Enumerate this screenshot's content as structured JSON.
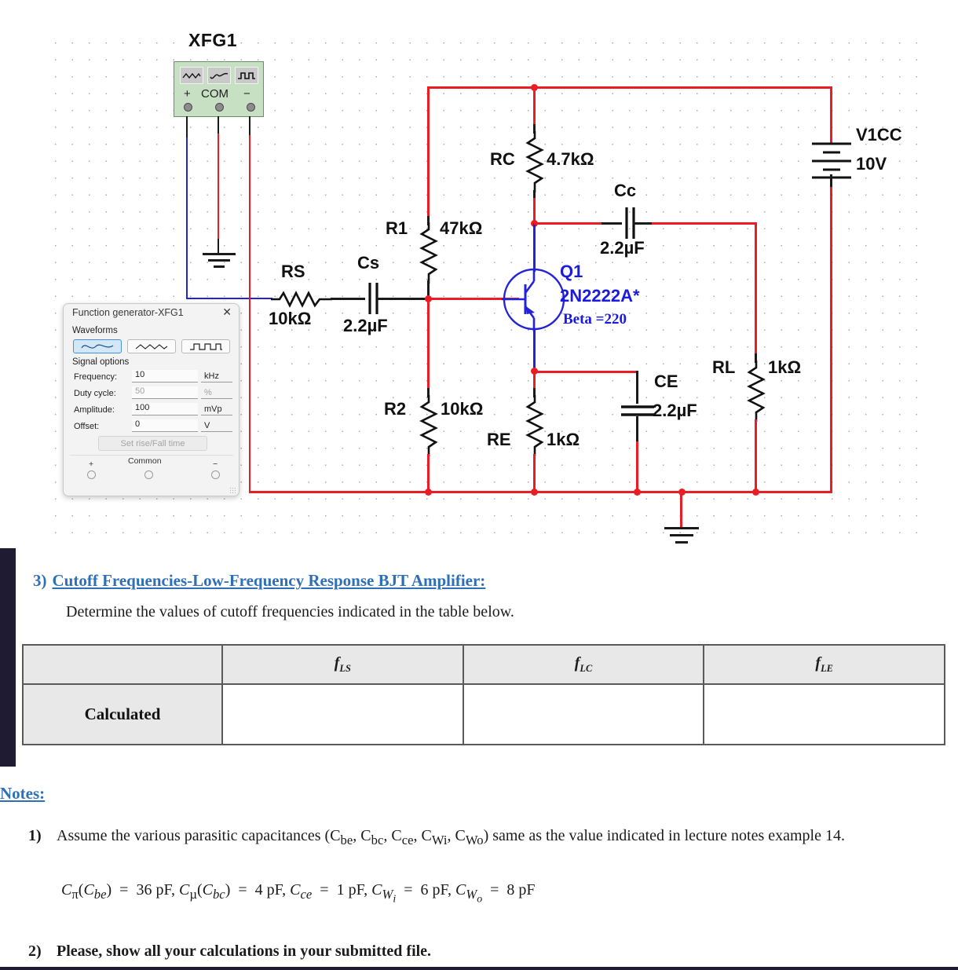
{
  "page": {
    "title": "Circuit Diagram"
  },
  "schematic": {
    "instrument": {
      "tag": "XFG1",
      "terminals": [
        {
          "name": "plus",
          "label": "+"
        },
        {
          "name": "com",
          "label": "COM"
        },
        {
          "name": "minus",
          "label": "−"
        }
      ],
      "waveform_buttons": [
        "triangle-wave-icon",
        "sine-wave-icon",
        "square-wave-icon"
      ]
    },
    "components": [
      {
        "ref": "RS",
        "value": "10kΩ",
        "type": "resistor"
      },
      {
        "ref": "Cs",
        "value": "2.2µF",
        "type": "capacitor"
      },
      {
        "ref": "R1",
        "value": "47kΩ",
        "type": "resistor"
      },
      {
        "ref": "R2",
        "value": "10kΩ",
        "type": "resistor"
      },
      {
        "ref": "RC",
        "value": "4.7kΩ",
        "type": "resistor"
      },
      {
        "ref": "RE",
        "value": "1kΩ",
        "type": "resistor"
      },
      {
        "ref": "RL",
        "value": "1kΩ",
        "type": "resistor"
      },
      {
        "ref": "Cc",
        "value": "2.2µF",
        "type": "capacitor"
      },
      {
        "ref": "CE",
        "value": "2.2µF",
        "type": "capacitor"
      },
      {
        "ref": "V1CC",
        "value": "10V",
        "type": "dc-source"
      }
    ],
    "transistor": {
      "ref": "Q1",
      "part": "2N2222A*",
      "beta": "Beta =220"
    },
    "labels": {
      "rs": "RS",
      "rs_val": "10kΩ",
      "cs": "Cs",
      "cs_val": "2.2µF",
      "r1": "R1",
      "r1_val": "47kΩ",
      "r2": "R2",
      "r2_val": "10kΩ",
      "rc": "RC",
      "rc_val": "4.7kΩ",
      "re": "RE",
      "re_val": "1kΩ",
      "rl": "RL",
      "rl_val": "1kΩ",
      "cc": "Cc",
      "cc_val": "2.2µF",
      "ce": "CE",
      "ce_val": "2.2µF",
      "v1cc": "V1CC",
      "v1cc_val": "10V",
      "q1": "Q1",
      "q1_part": "2N2222A*",
      "q1_beta": "Beta =220"
    },
    "colors": {
      "wire_red": "#ec1c24",
      "wire_blue": "#2222d8",
      "wire_black": "#1a1a1a",
      "instrument_fill": "#c7dfc2",
      "device_blue": "#1a1ae0"
    }
  },
  "function_generator_dialog": {
    "title": "Function generator-XFG1",
    "close_label": "✕",
    "waveforms_section": "Waveforms",
    "waveform_options": [
      "sine-wave-icon",
      "triangle-wave-icon",
      "square-wave-icon"
    ],
    "selected_waveform": "sine-wave-icon",
    "signal_options_section": "Signal options",
    "fields": [
      {
        "label": "Frequency:",
        "value": "10",
        "unit": "kHz",
        "disabled": false
      },
      {
        "label": "Duty cycle:",
        "value": "50",
        "unit": "%",
        "disabled": true
      },
      {
        "label": "Amplitude:",
        "value": "100",
        "unit": "mVp",
        "disabled": false
      },
      {
        "label": "Offset:",
        "value": "0",
        "unit": "V",
        "disabled": false
      }
    ],
    "rise_fall_button": "Set rise/Fall time",
    "bottom_terminals": [
      {
        "label": "+"
      },
      {
        "label": "Common"
      },
      {
        "label": "−"
      }
    ]
  },
  "question": {
    "number": "3)",
    "title": "Cutoff Frequencies-Low-Frequency Response BJT Amplifier:",
    "instruction": "Determine the values of cutoff frequencies indicated in the table below."
  },
  "table": {
    "headers": [
      "",
      "f_LS",
      "f_LC",
      "f_LE"
    ],
    "header_symbols": [
      {
        "base": "",
        "sub": ""
      },
      {
        "base": "f",
        "sub": "LS"
      },
      {
        "base": "f",
        "sub": "LC"
      },
      {
        "base": "f",
        "sub": "LE"
      }
    ],
    "rows": [
      {
        "label": "Calculated",
        "cells": [
          "",
          "",
          ""
        ]
      }
    ]
  },
  "notes": {
    "heading": "Notes:",
    "items": [
      {
        "number": "1)",
        "text_before": "Assume the various parasitic capacitances (",
        "caps": [
          "Cbe",
          "Cbc",
          "Cce",
          "CWi",
          "CWo"
        ],
        "text_after": ") same as the value indicated in lecture notes example 14.",
        "formula": "Cπ(Cbe) = 36 pF, Cµ(Cbc) = 4 pF, Cce = 1 pF, CWi = 6 pF, CWo = 8 pF"
      },
      {
        "number": "2)",
        "text": "Please, show all your calculations in your submitted file."
      }
    ]
  }
}
